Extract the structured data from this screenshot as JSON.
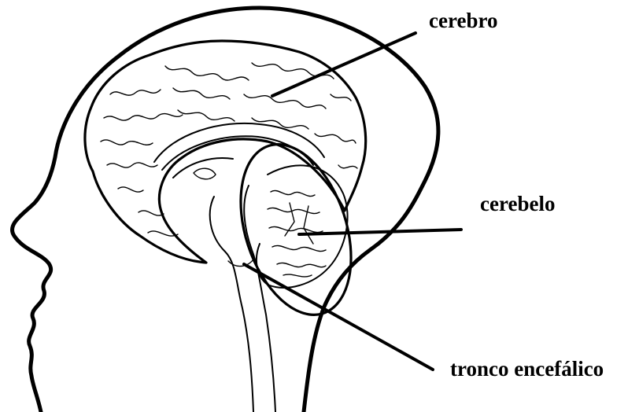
{
  "diagram": {
    "labels": {
      "cerebrum": "cerebro",
      "cerebellum": "cerebelo",
      "brainstem": "tronco encefálico"
    }
  }
}
